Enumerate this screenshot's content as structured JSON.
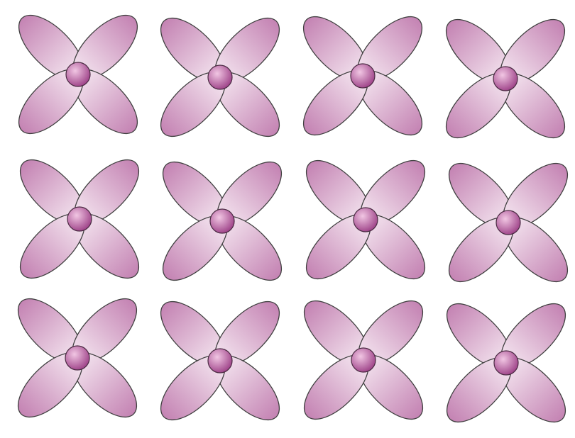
{
  "diagram": {
    "subject": "orbital-lattice",
    "rows": 3,
    "columns": 4,
    "lobes_per_node": 4,
    "colors": {
      "background": "#ffffff",
      "lobe_light": "#f6e9f2",
      "lobe_dark": "#c483b3",
      "lobe_outline": "#3f3f3f",
      "node_light": "#f1c6e3",
      "node_dark": "#9c3f86",
      "node_outline": "#4a2a42"
    }
  }
}
